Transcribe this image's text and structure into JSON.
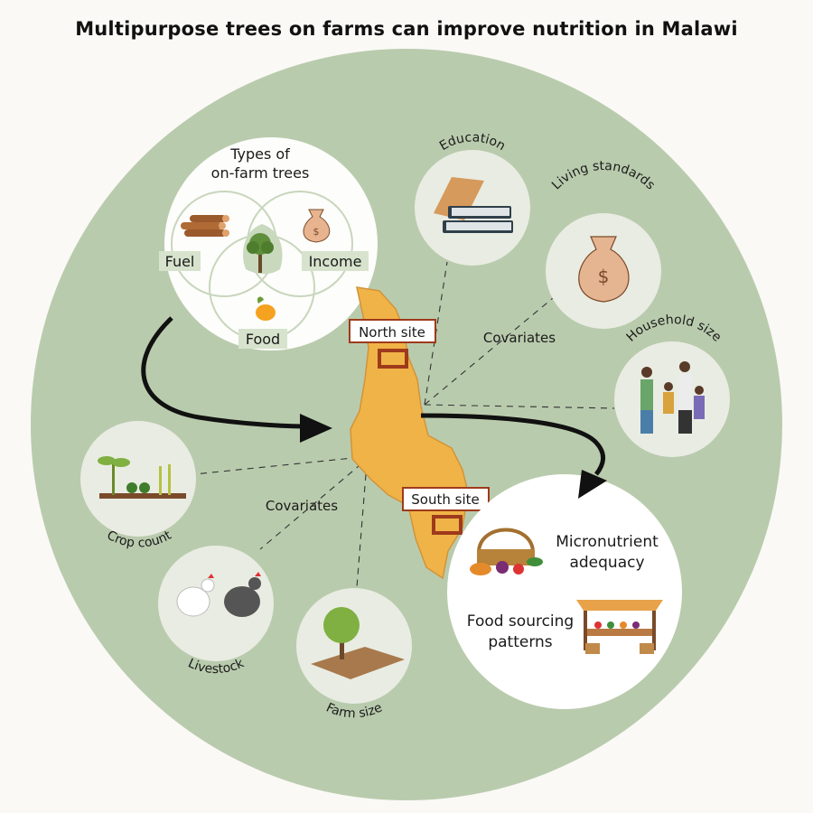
{
  "title": "Multipurpose trees on farms can improve nutrition in Malawi",
  "tree_types": {
    "heading_line1": "Types of",
    "heading_line2": "on-farm trees",
    "fuel": "Fuel",
    "income": "Income",
    "food": "Food"
  },
  "sites": {
    "north": "North site",
    "south": "South site"
  },
  "covariates": {
    "label_right": "Covariates",
    "label_left": "Covariates",
    "education": "Education",
    "living_standards": "Living standards",
    "household_size": "Household size",
    "crop_count": "Crop count",
    "livestock": "Livestock",
    "farm_size": "Farm size"
  },
  "outcomes": {
    "micronutrient_line1": "Micronutrient",
    "micronutrient_line2": "adequacy",
    "food_sourcing_line1": "Food sourcing",
    "food_sourcing_line2": "patterns"
  },
  "icons": {
    "money": "$"
  },
  "colors": {
    "outer_green": "#b9cbad",
    "circle_fill": "#e9ece2",
    "white_circle": "#ffffff",
    "map_orange": "#f0b347",
    "site_box": "#9e3a1c",
    "venn_fill": "#d5e0cc",
    "arrow": "#111111"
  }
}
